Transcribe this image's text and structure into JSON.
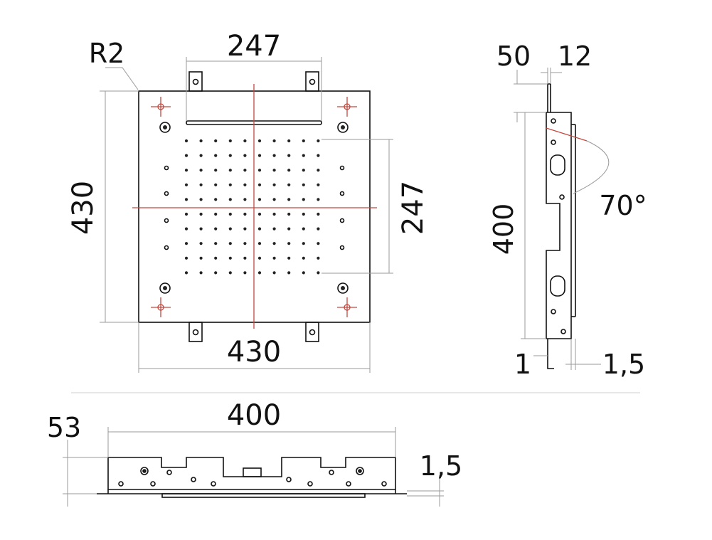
{
  "front_view": {
    "label_radius": "R2",
    "label_top_width": "247",
    "label_height": "430",
    "label_inner_height": "247",
    "label_bottom_width": "430"
  },
  "side_view": {
    "label_top_a": "50",
    "label_top_b": "12",
    "label_height": "400",
    "label_angle": "70°",
    "label_bottom_a": "1",
    "label_bottom_b": "1,5"
  },
  "bottom_view": {
    "label_depth": "53",
    "label_width": "400",
    "label_thickness": "1,5"
  },
  "colors": {
    "line": "#111111",
    "dimension": "#9a9a9a",
    "centerline": "#c4493f"
  }
}
